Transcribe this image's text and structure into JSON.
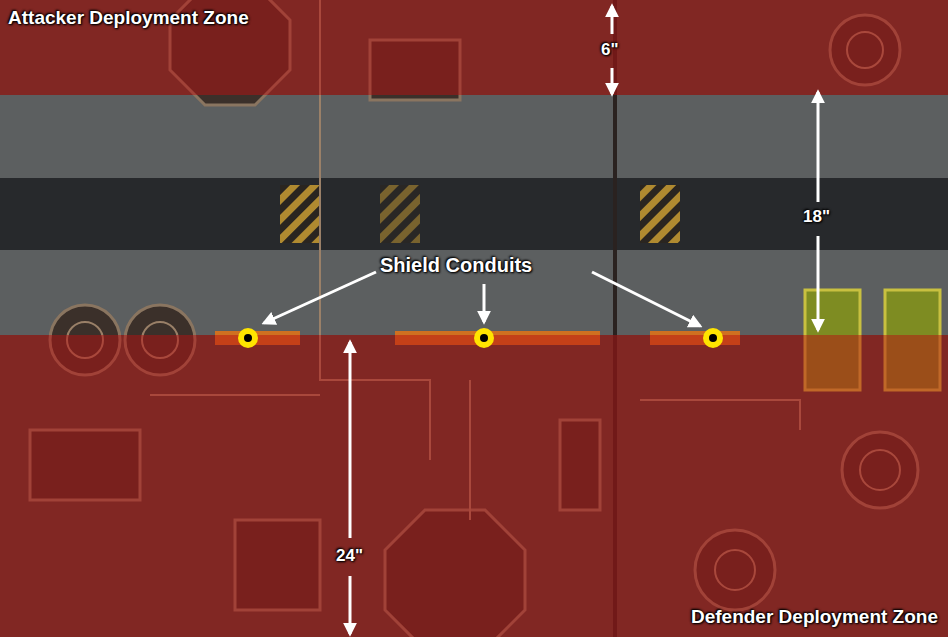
{
  "diagram": {
    "labels": [
      "Attacker Deployment Zone",
      "6\"",
      "18\"",
      "Shield Conduits",
      "24\"",
      "Defender Deployment Zone"
    ]
  }
}
